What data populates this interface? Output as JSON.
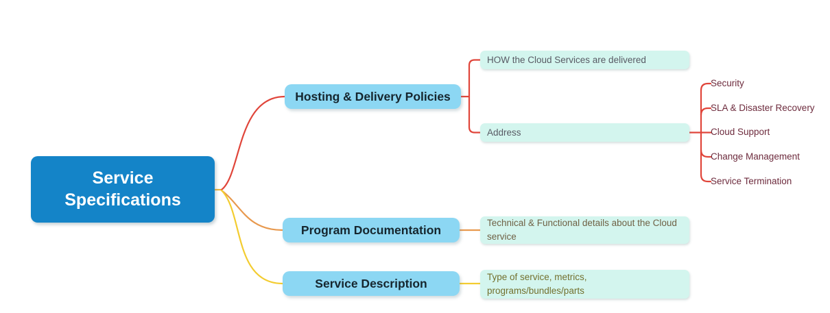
{
  "colors": {
    "root_bg": "#1484c8",
    "root_text": "#ffffff",
    "level1_bg": "#8cd7f3",
    "level1_text": "#16262e",
    "level2_bg": "#d3f5ee",
    "branch_hosting": "#e0453a",
    "branch_program": "#e8994e",
    "branch_service": "#f3cc30",
    "branch_junction": "#edb33e",
    "leaf_text": "#6d2b3d",
    "policy_note_text": "#585a64",
    "program_note_text": "#6f6145",
    "service_note_text": "#73702e"
  },
  "root": {
    "label": "Service Specifications"
  },
  "branches": [
    {
      "label": "Hosting & Delivery Policies",
      "notes": [
        "HOW the Cloud Services are delivered",
        "Address"
      ],
      "leaves": [
        "Security",
        "SLA & Disaster Recovery",
        "Cloud Support",
        "Change Management",
        "Service Termination"
      ]
    },
    {
      "label": "Program Documentation",
      "notes": [
        "Technical & Functional details about the Cloud service"
      ]
    },
    {
      "label": "Service Description",
      "notes": [
        "Type of service, metrics, programs/bundles/parts"
      ]
    }
  ]
}
